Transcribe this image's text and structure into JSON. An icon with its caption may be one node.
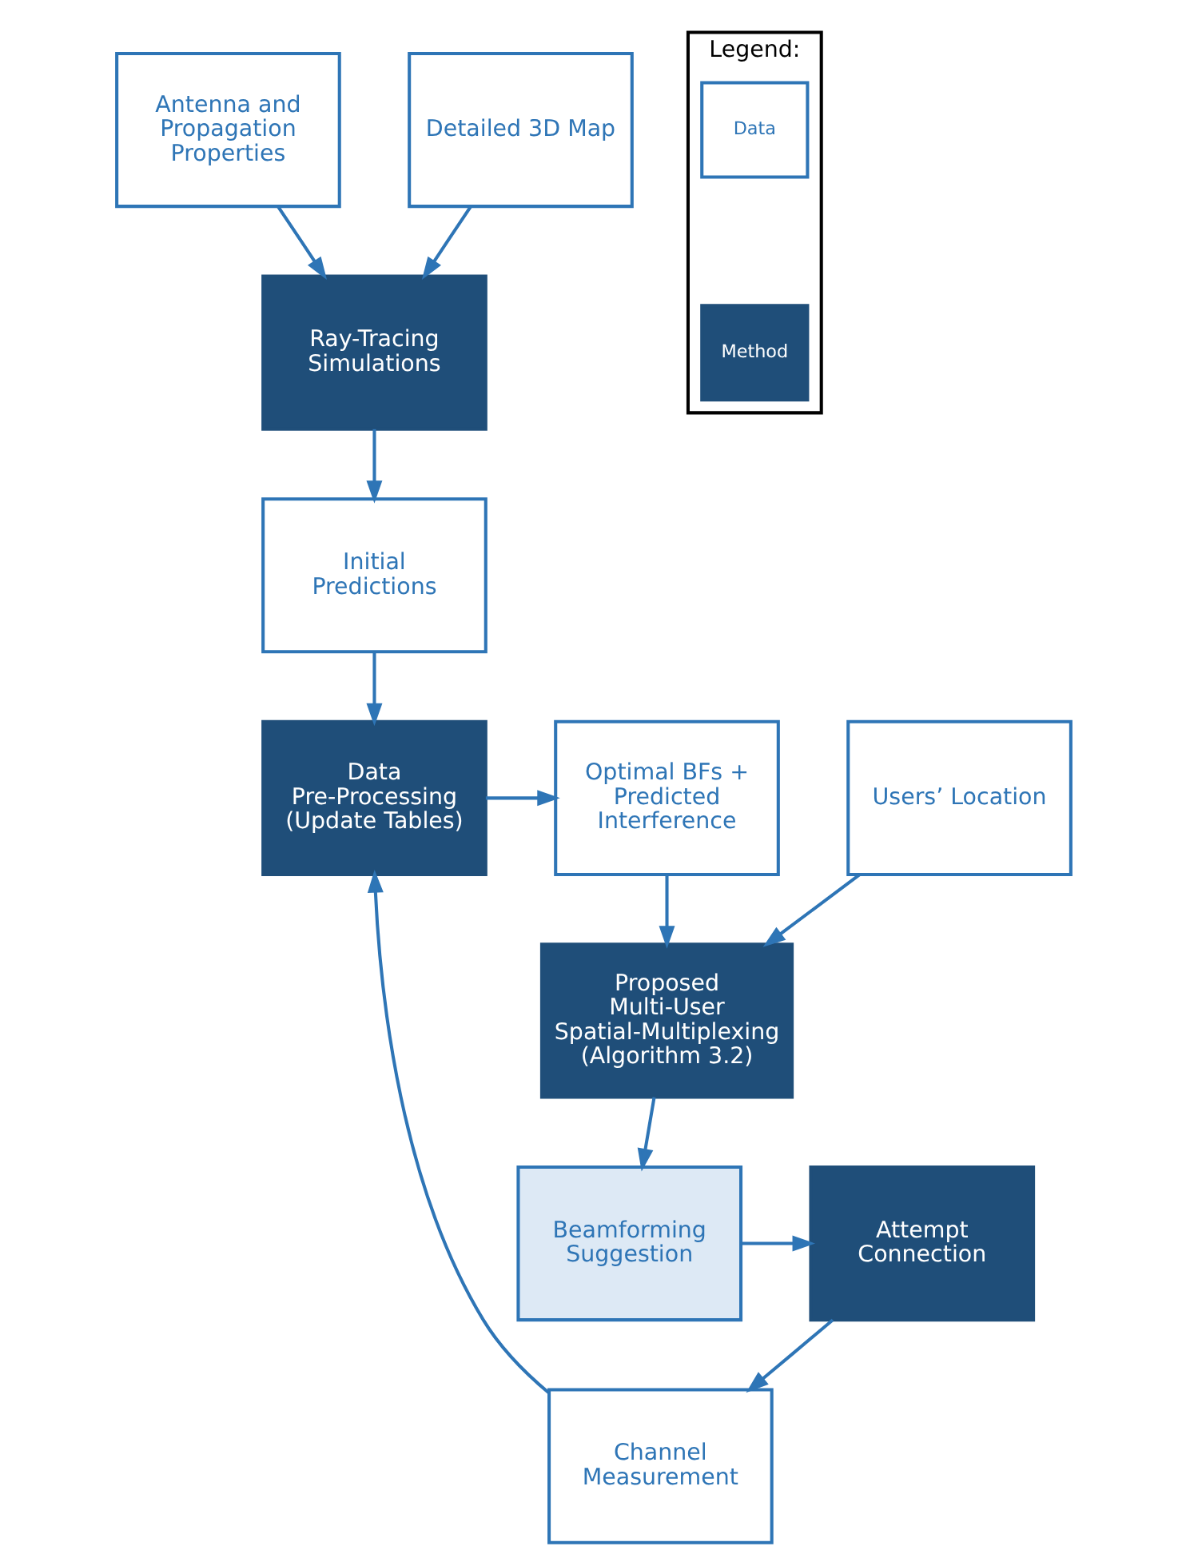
{
  "diagram": {
    "nodes": [
      {
        "text": [
          "Antenna and Propagation Properties"
        ]
      },
      {
        "text": [
          "Ray-Tracing Simulations"
        ]
      },
      {
        "text": [
          "Initial Predictions"
        ]
      },
      {
        "text": [
          "Detailed 3D Map"
        ]
      },
      {
        "text": [
          "Optimal BFs + Predicted Interference"
        ]
      },
      {
        "text": [
          "Data Pre-Processing (Update Tables)"
        ]
      },
      {
        "text": [
          "Users’ Location"
        ]
      },
      {
        "text": [
          "Proposed Multi-User Spatial-Multiplexing (Algorithm 3.2)"
        ]
      },
      {
        "text": [
          "Channel Measurement"
        ]
      },
      {
        "text": [
          "Beamforming Suggestion"
        ]
      },
      {
        "text": [
          "Attempt Connection"
        ]
      },
      {
        "text": [
          "Legend:"
        ]
      }
    ],
    "edges": [
      {
        "from": 0,
        "to": 1,
        "arrow": "to"
      },
      {
        "from": 3,
        "to": 1,
        "arrow": "to"
      },
      {
        "from": 1,
        "to": 2,
        "arrow": "to"
      },
      {
        "from": 2,
        "to": 5,
        "arrow": "to"
      },
      {
        "from": 5,
        "to": 4,
        "arrow": "to"
      },
      {
        "from": 4,
        "to": 7,
        "arrow": "to"
      },
      {
        "from": 6,
        "to": 7,
        "arrow": "to"
      },
      {
        "from": 7,
        "to": 9,
        "arrow": "to"
      },
      {
        "from": 9,
        "to": 10,
        "arrow": "to"
      },
      {
        "from": 10,
        "to": 8,
        "arrow": "to"
      },
      {
        "from": 8,
        "to": 5,
        "arrow": "to"
      }
    ],
    "legend": [
      {
        "text": "Data"
      },
      {
        "text": "Method",
        "color": "#1f4e79"
      }
    ]
  }
}
